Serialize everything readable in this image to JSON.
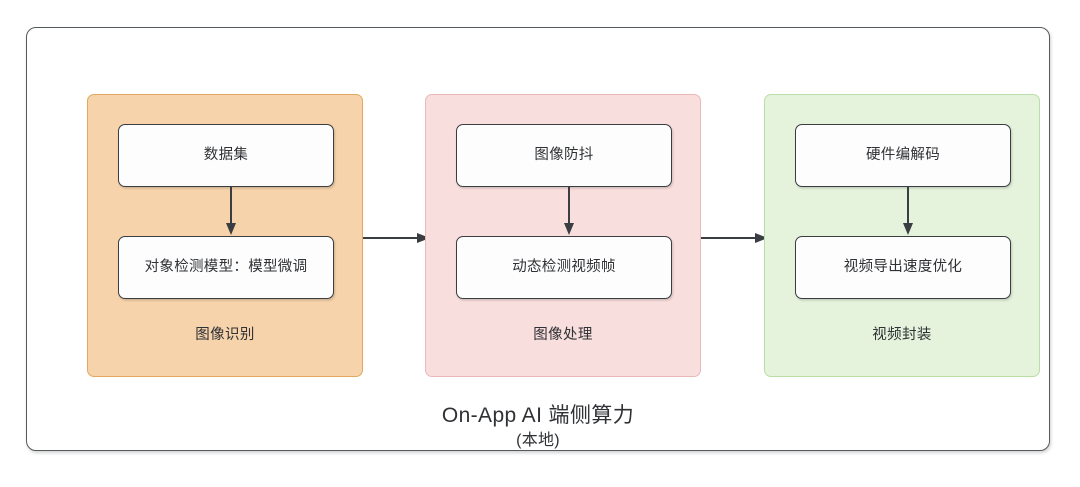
{
  "diagram": {
    "caption_primary": "On-App AI 端侧算力",
    "caption_secondary": "(本地)",
    "colors": {
      "stage_1_fill": "#F6D3AB",
      "stage_1_border": "#E2A85F",
      "stage_2_fill": "#F8DEDD",
      "stage_2_border": "#E9B9BA",
      "stage_3_fill": "#E5F3DD",
      "stage_3_border": "#B7DFA6",
      "node_fill": "#FDFDFD",
      "node_border": "#3A3D42",
      "frame_border": "#555A5E",
      "text": "#2F3134"
    },
    "stages": [
      {
        "caption": "图像识别",
        "nodes": [
          {
            "label": "数据集"
          },
          {
            "label": "对象检测模型：模型微调"
          }
        ]
      },
      {
        "caption": "图像处理",
        "nodes": [
          {
            "label": "图像防抖"
          },
          {
            "label": "动态检测视频帧"
          }
        ]
      },
      {
        "caption": "视频封装",
        "nodes": [
          {
            "label": "硬件编解码"
          },
          {
            "label": "视频导出速度优化"
          }
        ]
      }
    ],
    "connectors": [
      {
        "name": "stage-1-to-stage-2",
        "direction": "right"
      },
      {
        "name": "stage-2-to-stage-3",
        "direction": "right"
      }
    ]
  }
}
